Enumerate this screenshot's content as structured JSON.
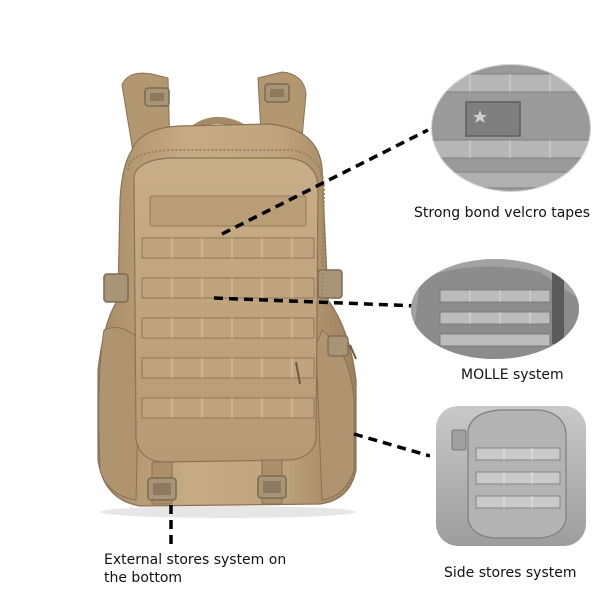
{
  "image": {
    "subject": "tactical-backpack-product-photo",
    "background_color": "#ffffff",
    "backpack_color": "#c2a881",
    "inset_tone": "#9a9a9a"
  },
  "callouts": [
    {
      "id": "velcro",
      "caption": "Strong bond velcro tapes"
    },
    {
      "id": "molle",
      "caption": "MOLLE system"
    },
    {
      "id": "bottom",
      "caption": "External stores system on the bottom"
    },
    {
      "id": "side",
      "caption": "Side stores system"
    }
  ]
}
